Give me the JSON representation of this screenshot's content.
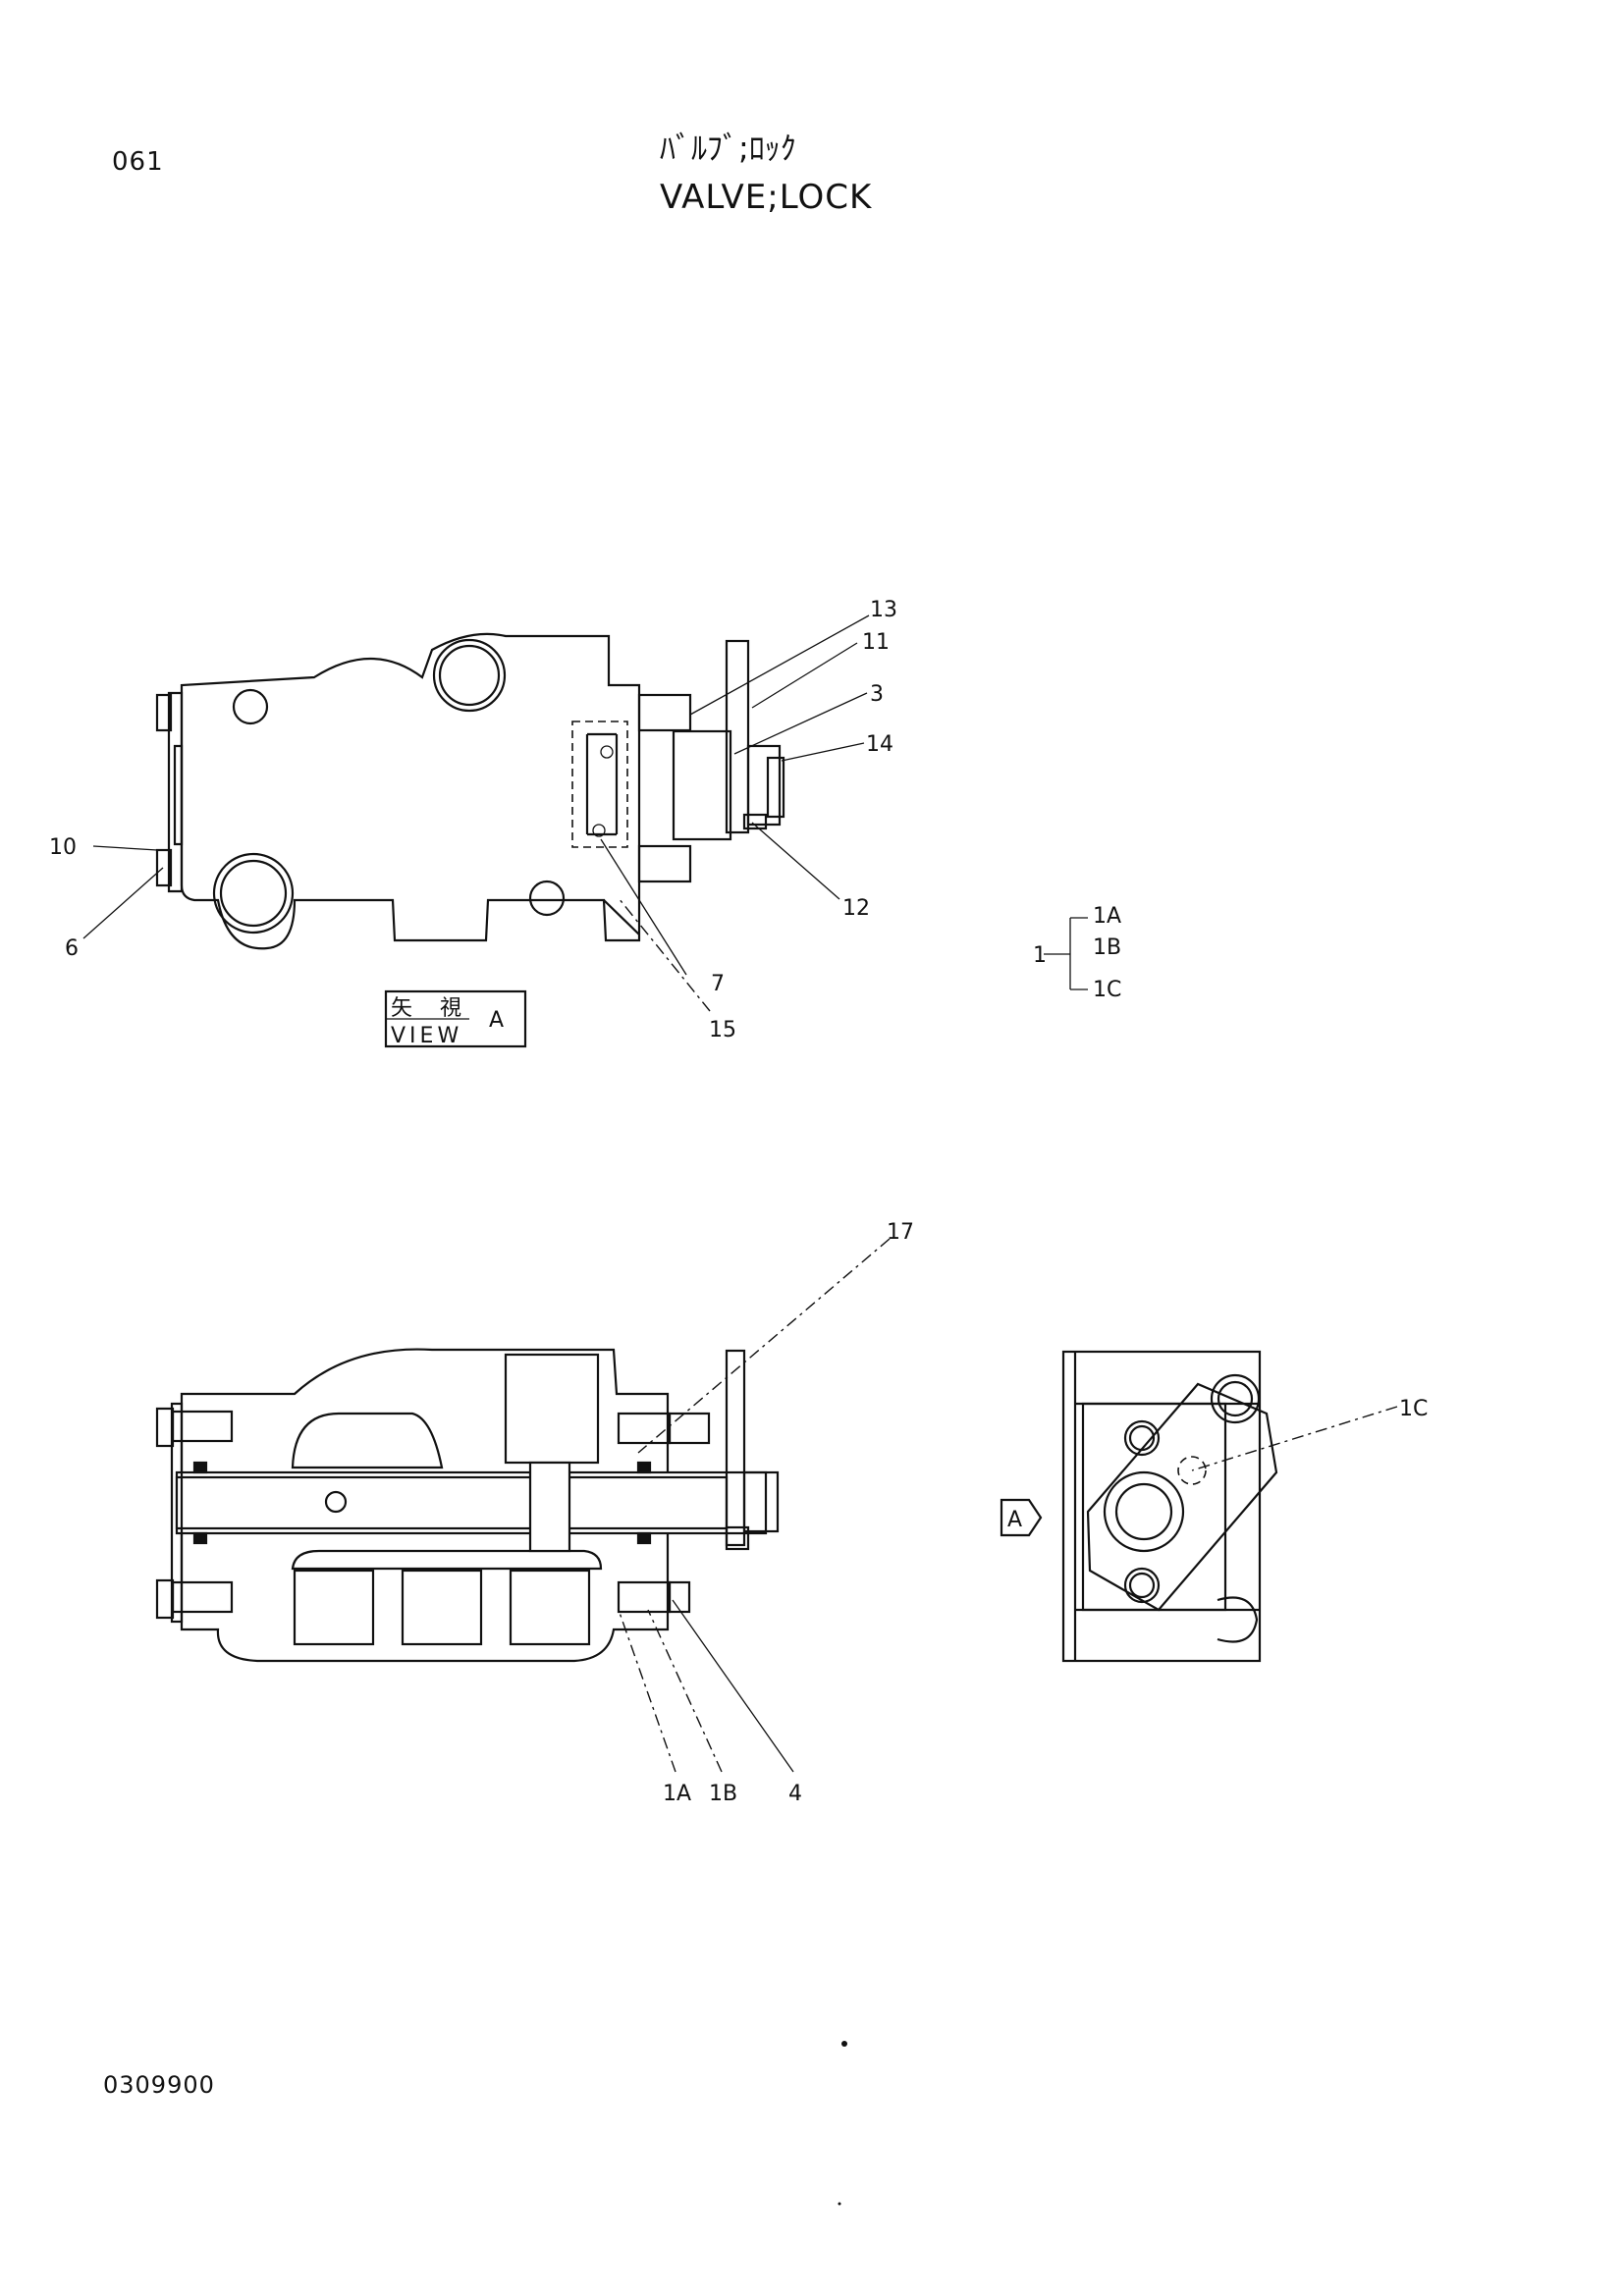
{
  "header": {
    "page_number": "061",
    "title_jp": "ﾊﾞﾙﾌﾞ;ﾛｯｸ",
    "title_en": "VALVE;LOCK"
  },
  "footer": {
    "document_code": "0309900"
  },
  "view_label": {
    "jp_a": "矢",
    "jp_b": "視",
    "letter": "A",
    "en": "VIEW"
  },
  "view_arrow": "A",
  "callouts": {
    "c13": "13",
    "c11": "11",
    "c3": "3",
    "c14": "14",
    "c12": "12",
    "c10": "10",
    "c6": "6",
    "c7": "7",
    "c15": "15",
    "c17": "17",
    "c1A": "1A",
    "c1B": "1B",
    "c4": "4",
    "c1C": "1C"
  },
  "assembly_tree": {
    "parent": "1",
    "children": [
      "1A",
      "1B",
      "1C"
    ]
  }
}
